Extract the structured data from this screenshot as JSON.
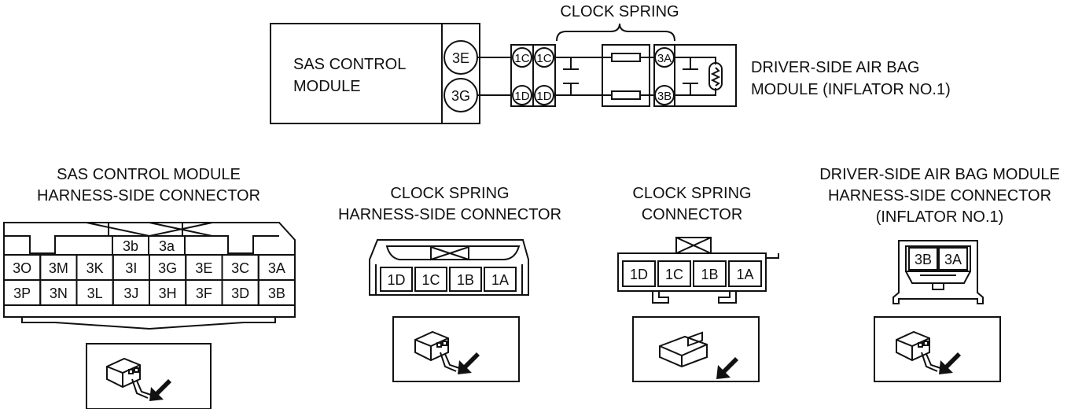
{
  "schematic": {
    "clock_spring_label": "CLOCK SPRING",
    "sas_module_line1": "SAS CONTROL",
    "sas_module_line2": "MODULE",
    "sas_pin_top": "3E",
    "sas_pin_bottom": "3G",
    "cs_pin_a_top": "1C",
    "cs_pin_b_top": "1C",
    "cs_pin_a_bottom": "1D",
    "cs_pin_b_bottom": "1D",
    "airbag_pin_top": "3A",
    "airbag_pin_bottom": "3B",
    "airbag_label_line1": "DRIVER-SIDE AIR BAG",
    "airbag_label_line2": "MODULE (INFLATOR NO.1)"
  },
  "connectors": {
    "sas": {
      "title_line1": "SAS CONTROL MODULE",
      "title_line2": "HARNESS-SIDE CONNECTOR",
      "top_row": [
        "3b",
        "3a"
      ],
      "row1": [
        "3O",
        "3M",
        "3K",
        "3I",
        "3G",
        "3E",
        "3C",
        "3A"
      ],
      "row2": [
        "3P",
        "3N",
        "3L",
        "3J",
        "3H",
        "3F",
        "3D",
        "3B"
      ]
    },
    "clock_spring_harness": {
      "title_line1": "CLOCK SPRING",
      "title_line2": "HARNESS-SIDE CONNECTOR",
      "pins": [
        "1D",
        "1C",
        "1B",
        "1A"
      ]
    },
    "clock_spring": {
      "title_line1": "CLOCK SPRING",
      "title_line2": "CONNECTOR",
      "pins": [
        "1D",
        "1C",
        "1B",
        "1A"
      ]
    },
    "airbag": {
      "title_line1": "DRIVER-SIDE AIR BAG MODULE",
      "title_line2": "HARNESS-SIDE CONNECTOR",
      "title_line3": "(INFLATOR NO.1)",
      "pins": [
        "3B",
        "3A"
      ]
    }
  }
}
